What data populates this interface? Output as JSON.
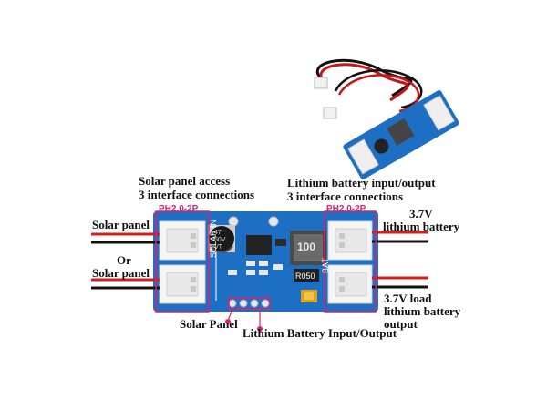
{
  "labels": {
    "solar_access_line1": "Solar panel access",
    "solar_access_line2": "3 interface connections",
    "lithium_io_line1": "Lithium battery input/output",
    "lithium_io_line2": "3 interface connections",
    "left_connector": "PH2.0-2P",
    "right_connector": "PH2.0-2P",
    "solar_panel_top": "Solar panel",
    "or": "Or",
    "solar_panel_bottom": "Solar panel",
    "battery_top_line1": "3.7V",
    "battery_top_line2": "lithium battery",
    "load_line1": "3.7V load",
    "load_line2": "lithium battery",
    "load_line3": "output",
    "bottom_solar": "Solar Panel",
    "bottom_lithium": "Lithium Battery Input/Output"
  },
  "board": {
    "silkscreen_left": "SOLAR IN",
    "silkscreen_right": "BAT",
    "inductor": "100",
    "resistor": "R050",
    "capacitor_line1": "47",
    "capacitor_line2": "50V",
    "capacitor_line3": "VT"
  },
  "colors": {
    "pcb": "#1d6fc4",
    "callout_border": "#d6246e",
    "wire_red": "#d81b1b",
    "wire_black": "#111111"
  }
}
